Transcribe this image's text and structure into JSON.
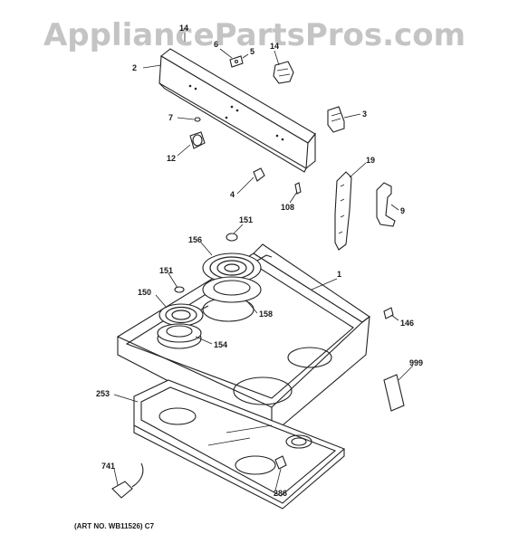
{
  "watermark": "AppliancePartsPros.com",
  "art_number": "(ART NO. WB11526) C7",
  "callouts": {
    "c1": "1",
    "c2": "2",
    "c3": "3",
    "c4": "4",
    "c5": "5",
    "c6": "6",
    "c7": "7",
    "c9": "9",
    "c12": "12",
    "c14a": "14",
    "c14b": "14",
    "c19": "19",
    "c108": "108",
    "c146": "146",
    "c150": "150",
    "c151a": "151",
    "c151b": "151",
    "c154": "154",
    "c156": "156",
    "c158": "158",
    "c253": "253",
    "c286": "286",
    "c741": "741",
    "c999": "999"
  }
}
